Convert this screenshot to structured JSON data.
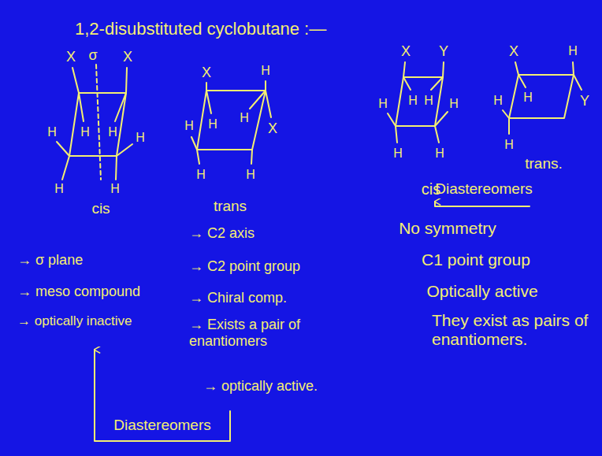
{
  "diagram": {
    "title": "1,2-disubstituted cyclobutane :—",
    "labels": [
      "X",
      "σ",
      "X",
      "H",
      "H",
      "H",
      "H",
      "H",
      "H",
      "X",
      "H",
      "H",
      "H",
      "H",
      "X",
      "H",
      "H",
      "X",
      "Y",
      "H",
      "H",
      "H",
      "H",
      "H",
      "H",
      "X",
      "H",
      "H",
      "H",
      "Y",
      "H",
      "cis",
      "trans",
      "→ σ plane",
      "→ meso compound",
      "→ optically inactive",
      "→ C2 axis",
      "→ C2 point group",
      "→ Chiral comp.",
      "→ Exists a pair of enantiomers",
      "→ optically active.",
      "Diastereomers",
      "cis",
      "Diastereomers",
      "trans.",
      "No symmetry",
      "C1 point group",
      "Optically active",
      "They exist as pairs of enantiomers."
    ]
  }
}
